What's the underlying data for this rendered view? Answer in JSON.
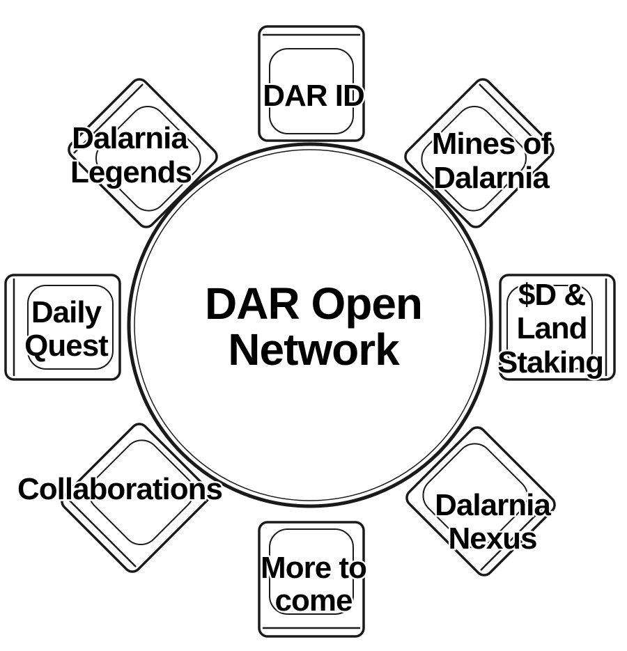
{
  "center": {
    "line1": "DAR Open",
    "line2": "Network"
  },
  "seats": {
    "top": {
      "line1": "DAR ID"
    },
    "top_right": {
      "line1": "Mines of",
      "line2": "Dalarnia"
    },
    "right": {
      "line1": "$D &",
      "line2": "Land",
      "line3": "Staking"
    },
    "bottom_right": {
      "line1": "Dalarnia",
      "line2": "Nexus"
    },
    "bottom": {
      "line1": "More to",
      "line2": "come"
    },
    "bottom_left": {
      "line1": "Collaborations"
    },
    "left": {
      "line1": "Daily",
      "line2": "Quest"
    },
    "top_left": {
      "line1": "Dalarnia",
      "line2": "Legends"
    }
  }
}
